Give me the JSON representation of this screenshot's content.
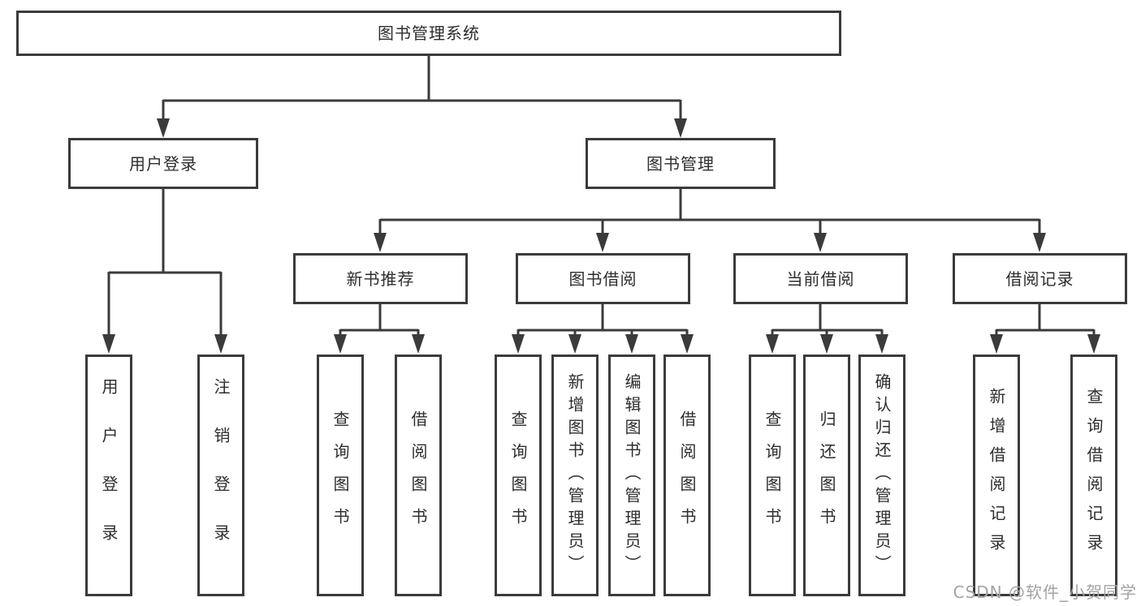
{
  "diagram": {
    "title": "图书管理系统",
    "tree": {
      "label": "图书管理系统",
      "children": [
        {
          "label": "用户登录",
          "children": [
            {
              "label": "用户登录"
            },
            {
              "label": "注销登录"
            }
          ]
        },
        {
          "label": "图书管理",
          "children": [
            {
              "label": "新书推荐",
              "children": [
                {
                  "label": "查询图书"
                },
                {
                  "label": "借阅图书"
                }
              ]
            },
            {
              "label": "图书借阅",
              "children": [
                {
                  "label": "查询图书"
                },
                {
                  "label": "新增图书（管理员）"
                },
                {
                  "label": "编辑图书（管理员）"
                },
                {
                  "label": "借阅图书"
                }
              ]
            },
            {
              "label": "当前借阅",
              "children": [
                {
                  "label": "查询图书"
                },
                {
                  "label": "归还图书"
                },
                {
                  "label": "确认归还（管理员）"
                }
              ]
            },
            {
              "label": "借阅记录",
              "children": [
                {
                  "label": "新增借阅记录"
                },
                {
                  "label": "查询借阅记录"
                }
              ]
            }
          ]
        }
      ]
    }
  },
  "watermark": {
    "text": "CSDN @软件_小贺同学"
  },
  "colors": {
    "line": "#3b3b3b",
    "text": "#2d2d2d",
    "box_background": "#ffffff",
    "page_background": "#ffffff",
    "watermark": "#a3a3a3"
  }
}
